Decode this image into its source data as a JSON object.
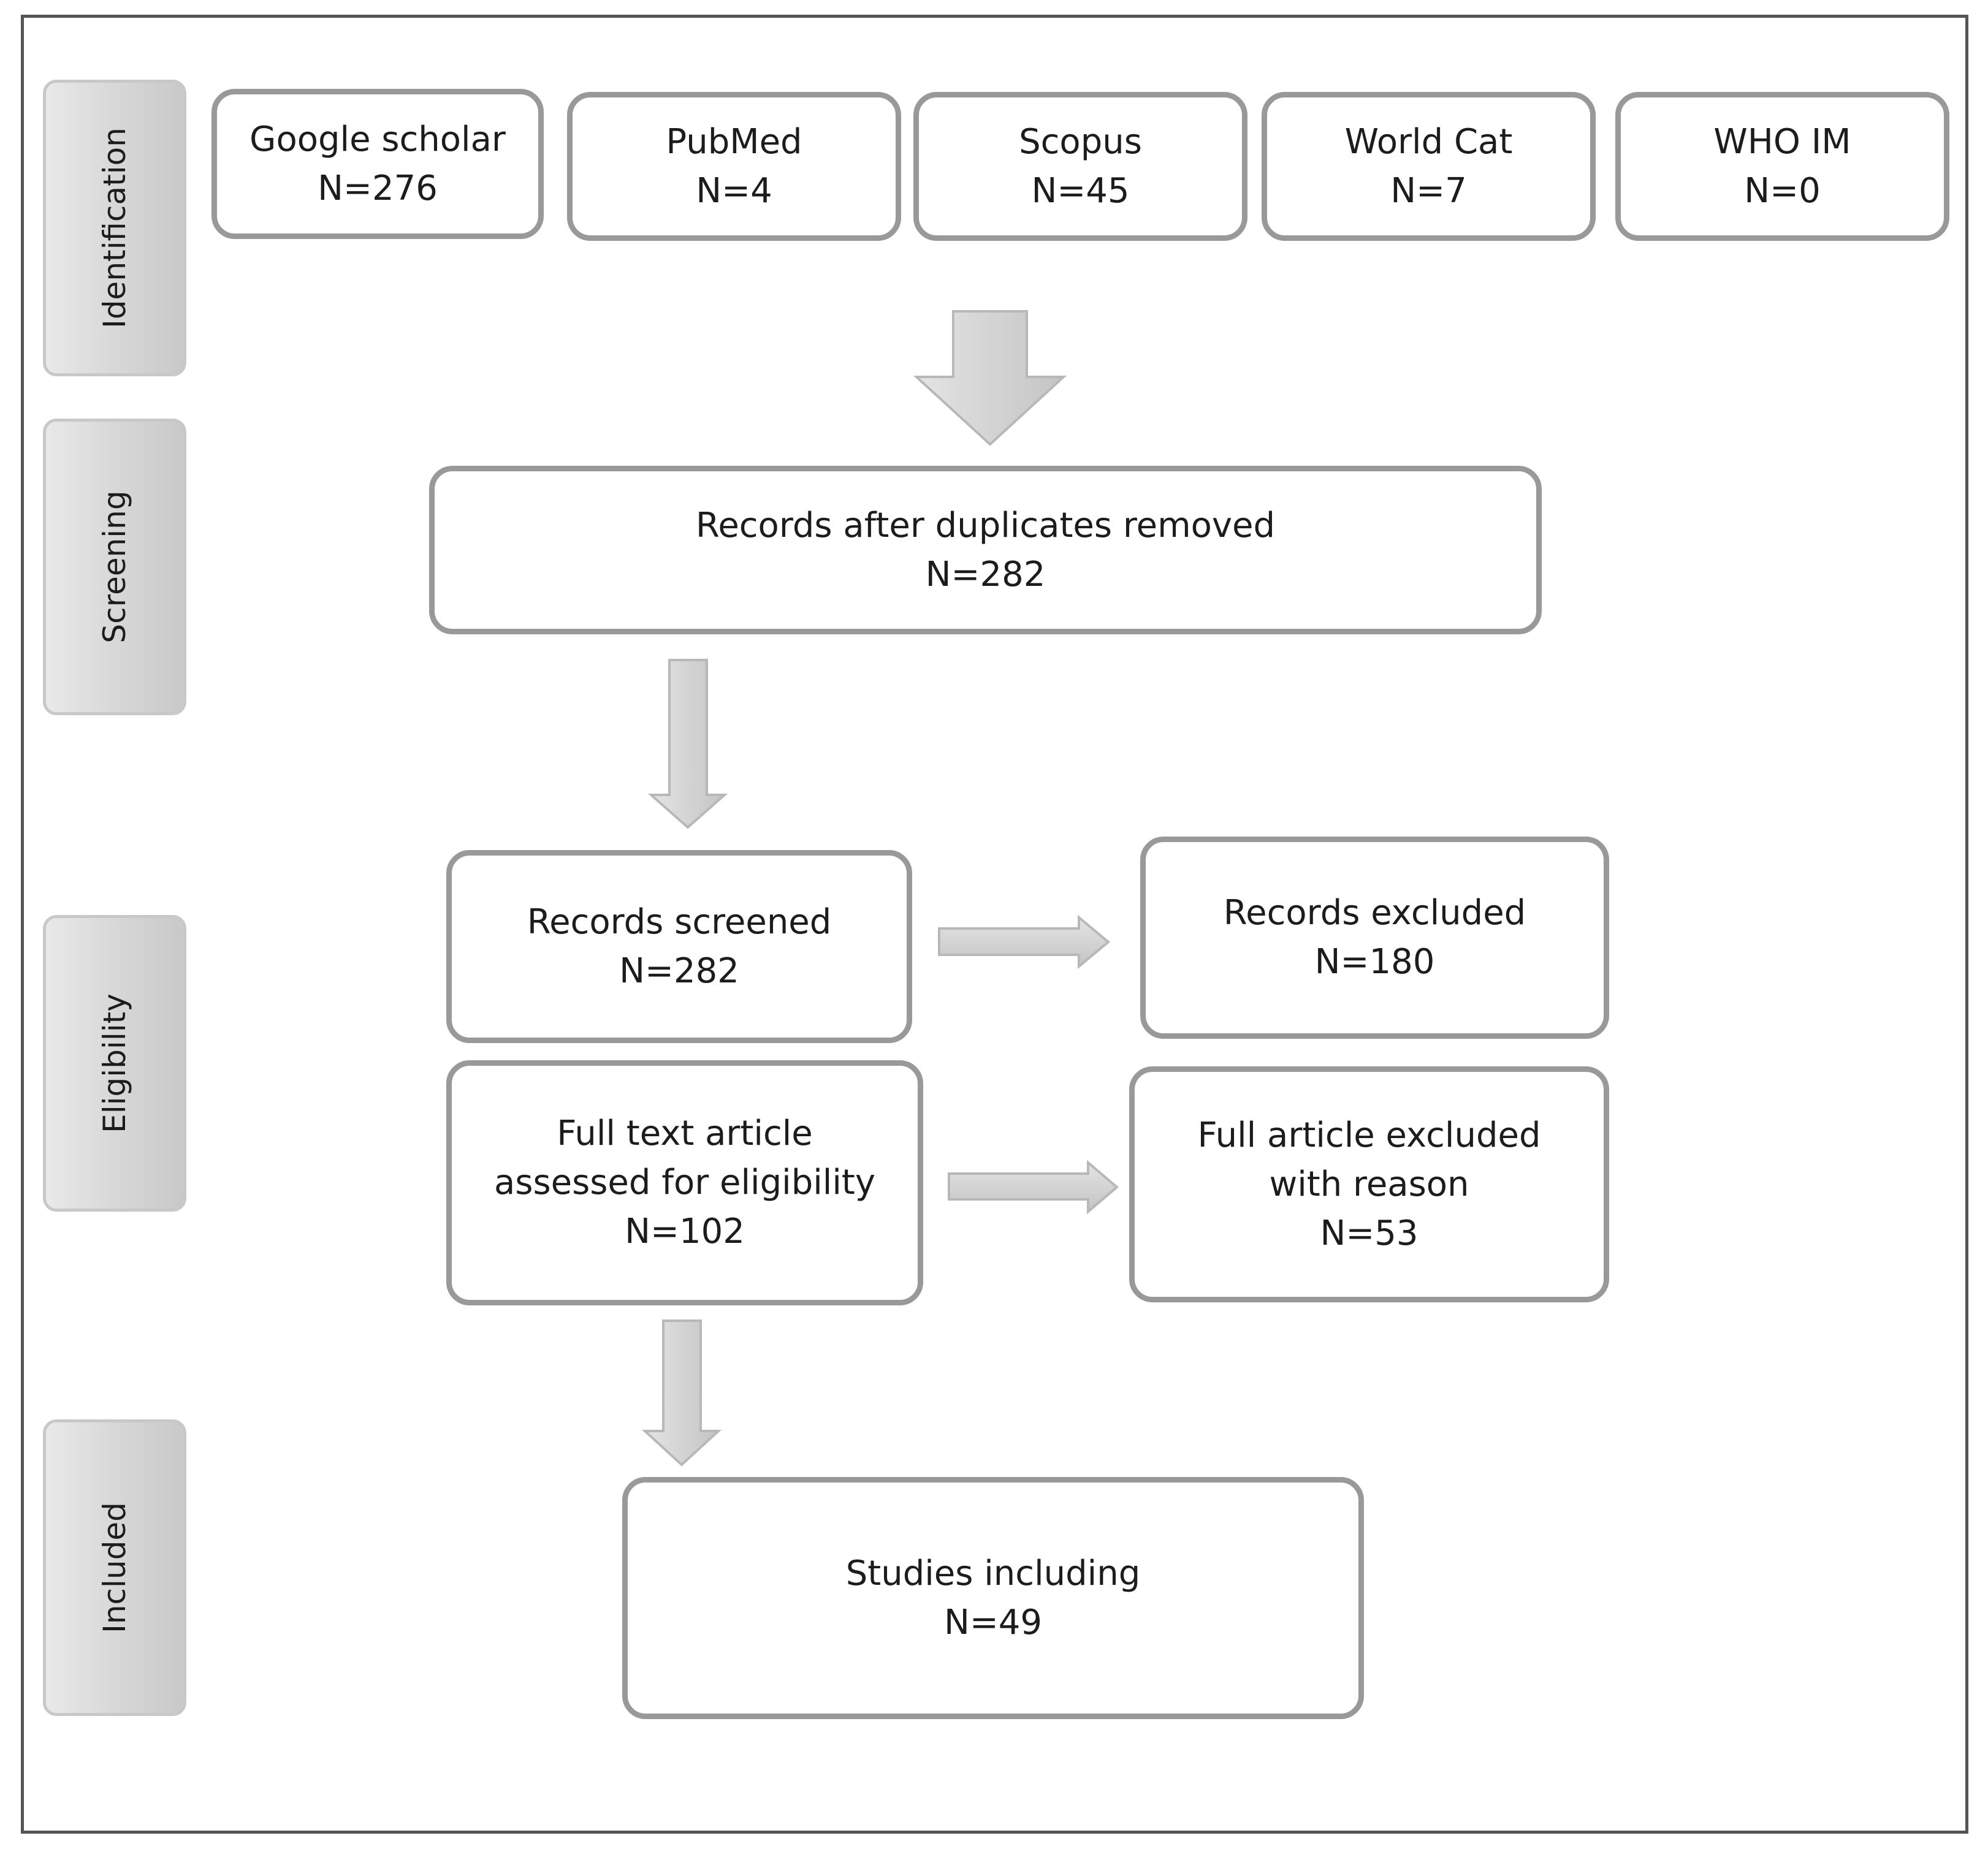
{
  "stages": {
    "identification": "Identification",
    "screening": "Screening",
    "eligibility": "Eligibility",
    "included": "Included"
  },
  "sources": [
    {
      "name": "Google scholar",
      "count": "N=276"
    },
    {
      "name": "PubMed",
      "count": "N=4"
    },
    {
      "name": "Scopus",
      "count": "N=45"
    },
    {
      "name": "World Cat",
      "count": "N=7"
    },
    {
      "name": "WHO IM",
      "count": "N=0"
    }
  ],
  "duplicates_removed": {
    "label": "Records after duplicates removed",
    "count": "N=282"
  },
  "screened": {
    "label": "Records screened",
    "count": "N=282"
  },
  "excluded": {
    "label": "Records excluded",
    "count": "N=180"
  },
  "full_text": {
    "line1": "Full text article",
    "line2": "assessed for eligibility",
    "count": "N=102"
  },
  "full_excluded": {
    "line1": "Full article excluded",
    "line2": "with reason",
    "count": "N=53"
  },
  "included": {
    "label": "Studies including",
    "count": "N=49"
  }
}
